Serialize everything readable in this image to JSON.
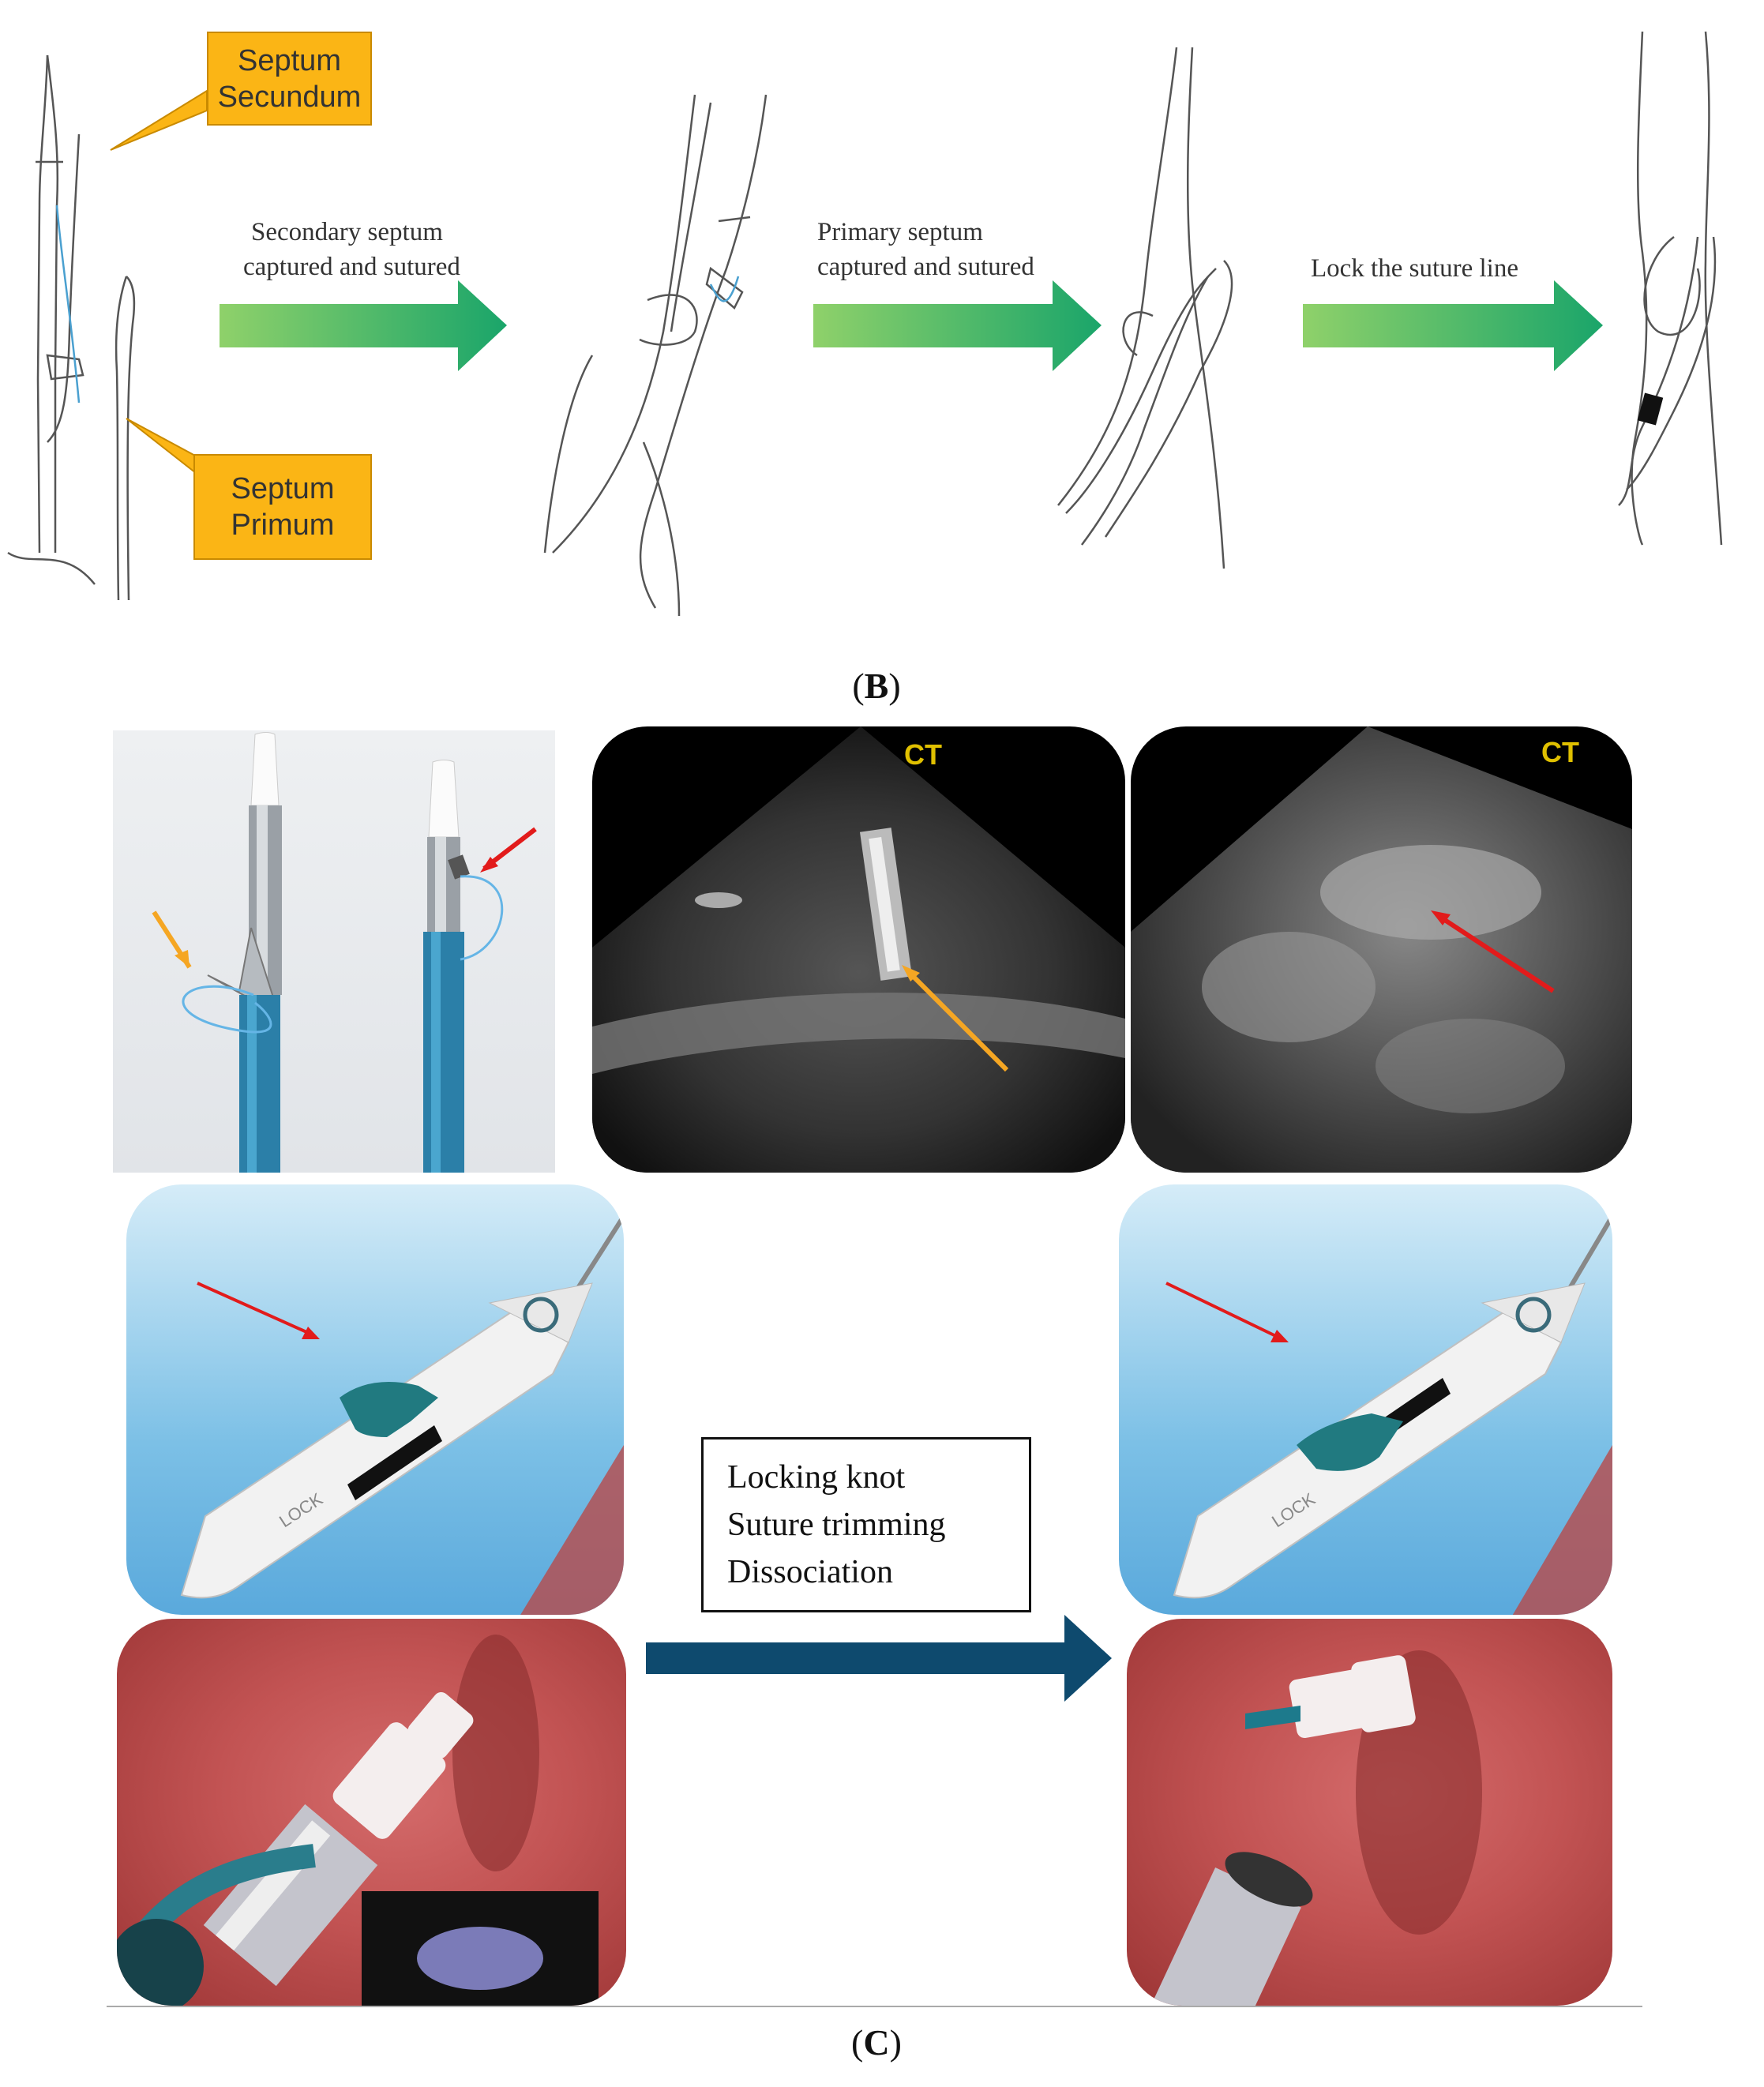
{
  "panel_b": {
    "callout_top": {
      "line1": "Septum",
      "line2": "Secundum"
    },
    "callout_bottom": {
      "line1": "Septum",
      "line2": "Primum"
    },
    "steps": [
      {
        "line1": "Secondary septum",
        "line2": "captured and sutured"
      },
      {
        "line1": "Primary septum",
        "line2": "captured and sutured"
      },
      {
        "line1": "Lock the suture line",
        "line2": ""
      }
    ],
    "caption_open": "(",
    "caption_letter": "B",
    "caption_close": ")"
  },
  "panel_c": {
    "flow_box": {
      "line1": "Locking knot",
      "line2": "Suture trimming",
      "line3": "Dissociation"
    },
    "ultrasound_label": "CT",
    "device_label": "LOCK",
    "caption_open": "(",
    "caption_letter": "C",
    "caption_close": ")"
  },
  "colors": {
    "callout": "#fbb515",
    "step_arrow": "#2fb36a",
    "flow_arrow": "#0e4a6e",
    "annotation_red": "#e21b1b",
    "annotation_orange": "#f5a623"
  }
}
